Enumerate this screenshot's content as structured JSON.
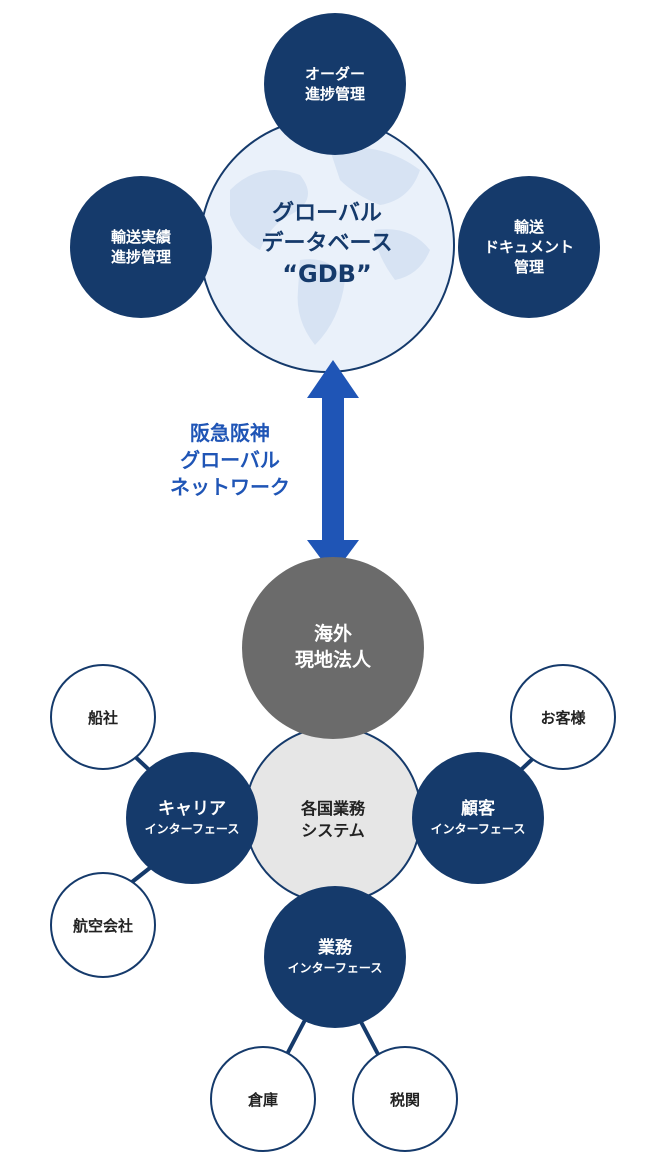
{
  "gdb": {
    "title_lines": [
      "グローバル",
      "データベース",
      "“GDB”"
    ]
  },
  "top_nodes": {
    "order": [
      "オーダー",
      "進捗管理"
    ],
    "transport": [
      "輸送実績",
      "進捗管理"
    ],
    "documents": [
      "輸送",
      "ドキュメント",
      "管理"
    ]
  },
  "network_label": [
    "阪急阪神",
    "グローバル",
    "ネットワーク"
  ],
  "local_entity": [
    "海外",
    "現地法人"
  ],
  "systems": [
    "各国業務",
    "システム"
  ],
  "interfaces": {
    "carrier": {
      "title": "キャリア",
      "sub": "インターフェース"
    },
    "customer": {
      "title": "顧客",
      "sub": "インターフェース"
    },
    "business": {
      "title": "業務",
      "sub": "インターフェース"
    }
  },
  "partners": {
    "shipping": "船社",
    "airline": "航空会社",
    "customer": "お客様",
    "warehouse": "倉庫",
    "customs": "税関"
  },
  "colors": {
    "navy": "#153a6b",
    "arrow_blue": "#1f55b6",
    "grey": "#6b6b6b",
    "light_grey": "#e6e6e6",
    "globe_fill": "#eaf1fa"
  }
}
